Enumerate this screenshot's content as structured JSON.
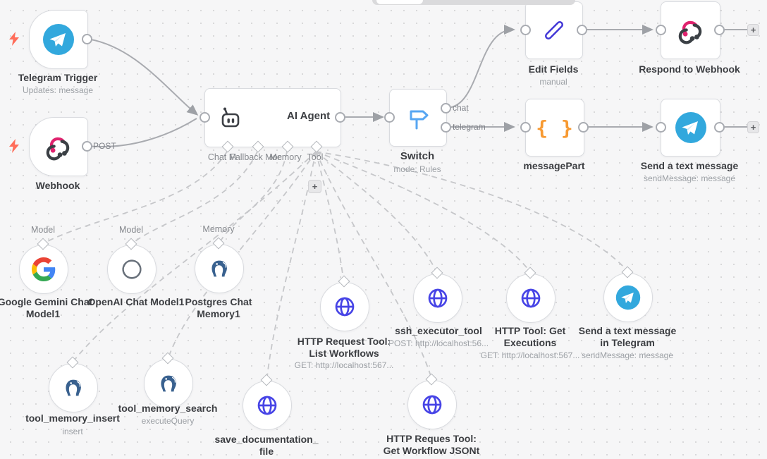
{
  "ui": {
    "plus": "+"
  },
  "colors": {
    "canvas_bg": "#f6f6f7",
    "wire": "#a9abb0",
    "wire_dashed": "#c6c7ca",
    "trigger_bolt": "#ff6d5a",
    "telegram_blue": "#32a8dd",
    "webhook_pink": "#e0226e",
    "webhook_dark": "#3b4045",
    "switch_blue": "#57a6f2",
    "pencil_blue": "#4136d6",
    "braces_orange": "#f79a33",
    "globe_blue": "#4744e6",
    "postgres_blue": "#39618f",
    "openai_gray": "#68707a"
  },
  "nodes": {
    "telegram_trigger": {
      "icon": "telegram-icon",
      "title": "Telegram Trigger",
      "subtitle": "Updates: message"
    },
    "webhook": {
      "icon": "webhook-icon",
      "title": "Webhook",
      "output_label": "POST"
    },
    "ai_agent": {
      "icon": "robot-icon",
      "title": "AI Agent",
      "ports": {
        "chat_model": "Chat M",
        "fallback_model": "Fallback Moc",
        "memory": "Memory",
        "tool": "Tool"
      }
    },
    "switch": {
      "icon": "signpost-icon",
      "title": "Switch",
      "subtitle": "mode: Rules",
      "outputs": {
        "chat": "chat",
        "telegram": "telegram"
      }
    },
    "edit_fields": {
      "icon": "pencil-icon",
      "title": "Edit Fields",
      "subtitle": "manual"
    },
    "respond_webhook": {
      "icon": "webhook-icon",
      "title": "Respond to Webhook"
    },
    "message_part": {
      "icon": "curly-braces-icon",
      "icon_glyph": "{ }",
      "title": "messagePart"
    },
    "send_text": {
      "icon": "telegram-icon",
      "title": "Send a text message",
      "subtitle": "sendMessage: message"
    },
    "gemini": {
      "icon": "google-icon",
      "port_label": "Model",
      "title_lines": [
        "Google Gemini Chat",
        "Model1"
      ]
    },
    "openai": {
      "icon": "openai-icon",
      "port_label": "Model",
      "title_lines": [
        "OpenAI Chat Model1"
      ]
    },
    "postgres_memory": {
      "icon": "postgres-icon",
      "port_label": "Memory",
      "title_lines": [
        "Postgres Chat",
        "Memory1"
      ]
    },
    "http_list_workflows": {
      "icon": "globe-icon",
      "title_lines": [
        "HTTP Request Tool:",
        "List Workflows"
      ],
      "subtitle": "GET: http://localhost:567..."
    },
    "ssh_executor": {
      "icon": "globe-icon",
      "title_lines": [
        "ssh_executor_tool"
      ],
      "subtitle": "POST: http://localhost:56..."
    },
    "http_get_executions": {
      "icon": "globe-icon",
      "title_lines": [
        "HTTP Tool: Get",
        "Executions"
      ],
      "subtitle": "GET: http://localhost:567..."
    },
    "send_telegram_tool": {
      "icon": "telegram-icon",
      "title_lines": [
        "Send a text message",
        "in Telegram"
      ],
      "subtitle": "sendMessage: message"
    },
    "tool_memory_insert": {
      "icon": "postgres-icon",
      "title_lines": [
        "tool_memory_insert"
      ],
      "subtitle": "insert"
    },
    "tool_memory_search": {
      "icon": "postgres-icon",
      "title_lines": [
        "tool_memory_search"
      ],
      "subtitle": "executeQuery"
    },
    "save_documentation_file": {
      "icon": "globe-icon",
      "title_lines": [
        "save_documentation_",
        "file"
      ]
    },
    "http_get_workflow_json": {
      "icon": "globe-icon",
      "title_lines": [
        "HTTP Reques Tool:",
        "Get Workflow JSONt"
      ]
    }
  },
  "connections": [
    {
      "from": "Telegram Trigger",
      "to": "AI Agent",
      "style": "solid"
    },
    {
      "from": "Webhook",
      "to": "AI Agent",
      "style": "solid",
      "label": "POST"
    },
    {
      "from": "AI Agent",
      "to": "Switch",
      "style": "solid"
    },
    {
      "from": "Switch",
      "to": "Edit Fields",
      "style": "solid",
      "label": "chat"
    },
    {
      "from": "Switch",
      "to": "messagePart",
      "style": "solid",
      "label": "telegram"
    },
    {
      "from": "Edit Fields",
      "to": "Respond to Webhook",
      "style": "solid"
    },
    {
      "from": "messagePart",
      "to": "Send a text message",
      "style": "solid"
    },
    {
      "from": "Google Gemini Chat Model1",
      "to": "AI Agent",
      "style": "dashed",
      "port": "Chat Model"
    },
    {
      "from": "OpenAI Chat Model1",
      "to": "AI Agent",
      "style": "dashed",
      "port": "Fallback Model"
    },
    {
      "from": "Postgres Chat Memory1",
      "to": "AI Agent",
      "style": "dashed",
      "port": "Memory"
    },
    {
      "from": "HTTP Request Tool: List Workflows",
      "to": "AI Agent",
      "style": "dashed",
      "port": "Tool"
    },
    {
      "from": "ssh_executor_tool",
      "to": "AI Agent",
      "style": "dashed",
      "port": "Tool"
    },
    {
      "from": "HTTP Tool: Get Executions",
      "to": "AI Agent",
      "style": "dashed",
      "port": "Tool"
    },
    {
      "from": "Send a text message in Telegram",
      "to": "AI Agent",
      "style": "dashed",
      "port": "Tool"
    },
    {
      "from": "tool_memory_insert",
      "to": "AI Agent",
      "style": "dashed",
      "port": "Tool"
    },
    {
      "from": "tool_memory_search",
      "to": "AI Agent",
      "style": "dashed",
      "port": "Tool"
    },
    {
      "from": "save_documentation_file",
      "to": "AI Agent",
      "style": "dashed",
      "port": "Tool"
    },
    {
      "from": "HTTP Reques Tool: Get Workflow JSONt",
      "to": "AI Agent",
      "style": "dashed",
      "port": "Tool"
    }
  ]
}
